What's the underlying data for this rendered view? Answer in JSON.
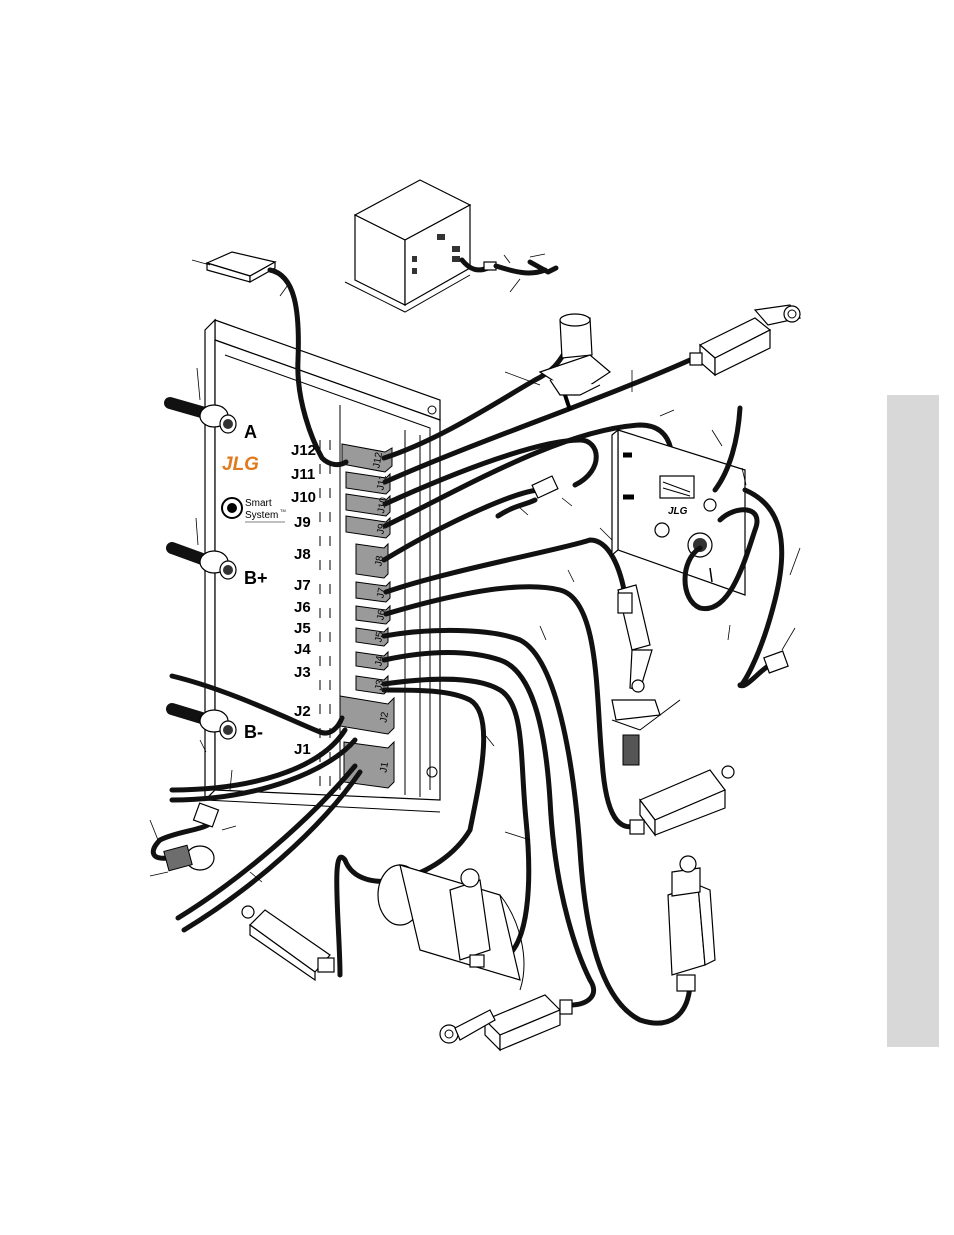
{
  "connectors": [
    "J12",
    "J11",
    "J10",
    "J9",
    "J8",
    "J7",
    "J6",
    "J5",
    "J4",
    "J3",
    "J2",
    "J1"
  ],
  "plugs": [
    "J12",
    "J11",
    "J10",
    "J9",
    "J8",
    "J7",
    "J6",
    "J5",
    "J4",
    "J3",
    "J2",
    "J1"
  ],
  "terminals": {
    "a": "A",
    "b_plus": "B+",
    "b_minus": "B-"
  },
  "brand": {
    "logo": "JLG",
    "smart_line1": "Smart",
    "smart_line2": "System",
    "tm": "TM",
    "panel_logo": "JLG"
  },
  "colors": {
    "brand_orange": "#e07a1f",
    "side_tab": "#d8d8d8"
  }
}
